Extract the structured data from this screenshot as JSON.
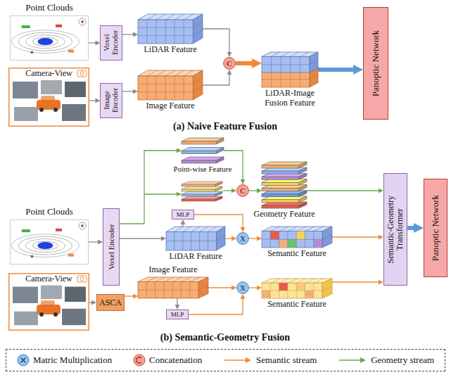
{
  "diagram": {
    "nodes": [
      {
        "text": [
          "Point Clouds"
        ]
      },
      {
        "text": [
          "Voxel Encoder"
        ]
      },
      {
        "text": [
          "LiDAR Feature"
        ]
      },
      {
        "text": [
          "Camera-View"
        ]
      },
      {
        "text": [
          "Image Encoder"
        ]
      },
      {
        "text": [
          "Image Feature"
        ]
      },
      {
        "text": [
          "C"
        ]
      },
      {
        "text": [
          "LiDAR-Image Fusion Feature"
        ]
      },
      {
        "text": [
          "Panoptic Network"
        ]
      },
      {
        "text": [
          "Point Clouds"
        ]
      },
      {
        "text": [
          "Voxel Encoder"
        ]
      },
      {
        "text": [
          "Camera-View"
        ]
      },
      {
        "text": [
          "ASCA"
        ]
      },
      {
        "text": [
          "Point-wise Feature"
        ]
      },
      {
        "text": [
          "MLP"
        ]
      },
      {
        "text": [
          "LiDAR Feature"
        ]
      },
      {
        "text": [
          "X"
        ]
      },
      {
        "text": [
          "C"
        ]
      },
      {
        "text": [
          "Geometry Feature"
        ]
      },
      {
        "text": [
          "Semantic Feature"
        ]
      },
      {
        "text": [
          "Image Feature"
        ]
      },
      {
        "text": [
          "MLP"
        ]
      },
      {
        "text": [
          "X"
        ]
      },
      {
        "text": [
          "Semantic Feature"
        ]
      },
      {
        "text": [
          "Semantic-Geometry Transformer"
        ]
      },
      {
        "text": [
          "Panoptic Network"
        ]
      }
    ],
    "edges": [
      {
        "from": 0,
        "to": 1,
        "arrow": "to"
      },
      {
        "from": 1,
        "to": 2,
        "arrow": "to"
      },
      {
        "from": 3,
        "to": 4,
        "arrow": "to"
      },
      {
        "from": 4,
        "to": 5,
        "arrow": "to"
      },
      {
        "from": 2,
        "to": 6,
        "arrow": "to"
      },
      {
        "from": 5,
        "to": 6,
        "arrow": "to"
      },
      {
        "from": 6,
        "to": 7,
        "arrow": "to"
      },
      {
        "from": 7,
        "to": 8,
        "arrow": "to"
      },
      {
        "from": 9,
        "to": 10,
        "arrow": "to"
      },
      {
        "from": 11,
        "to": 12,
        "arrow": "to"
      },
      {
        "from": 10,
        "to": 13,
        "arrow": "to"
      },
      {
        "from": 10,
        "to": 15,
        "arrow": "to"
      },
      {
        "from": 12,
        "to": 20,
        "arrow": "to"
      },
      {
        "from": 13,
        "to": 17,
        "arrow": "to"
      },
      {
        "from": 17,
        "to": 18,
        "arrow": "to"
      },
      {
        "from": 15,
        "to": 14,
        "arrow": "to"
      },
      {
        "from": 14,
        "to": 16,
        "arrow": "to"
      },
      {
        "from": 15,
        "to": 16,
        "arrow": "to"
      },
      {
        "from": 16,
        "to": 19,
        "arrow": "to"
      },
      {
        "from": 20,
        "to": 21,
        "arrow": "to"
      },
      {
        "from": 21,
        "to": 22,
        "arrow": "to"
      },
      {
        "from": 20,
        "to": 22,
        "arrow": "to"
      },
      {
        "from": 22,
        "to": 23,
        "arrow": "to"
      },
      {
        "from": 18,
        "to": 24,
        "arrow": "to"
      },
      {
        "from": 19,
        "to": 24,
        "arrow": "to"
      },
      {
        "from": 23,
        "to": 24,
        "arrow": "to"
      },
      {
        "from": 24,
        "to": 25,
        "arrow": "to"
      }
    ],
    "labels": [
      "(a) Naive Feature Fusion",
      "(b) Semantic-Geometry Fusion"
    ],
    "legend": [
      {
        "text": "Matric Multiplication"
      },
      {
        "text": "Concatenation"
      },
      {
        "text": "Semantic stream"
      },
      {
        "text": "Geometry stream"
      }
    ]
  }
}
